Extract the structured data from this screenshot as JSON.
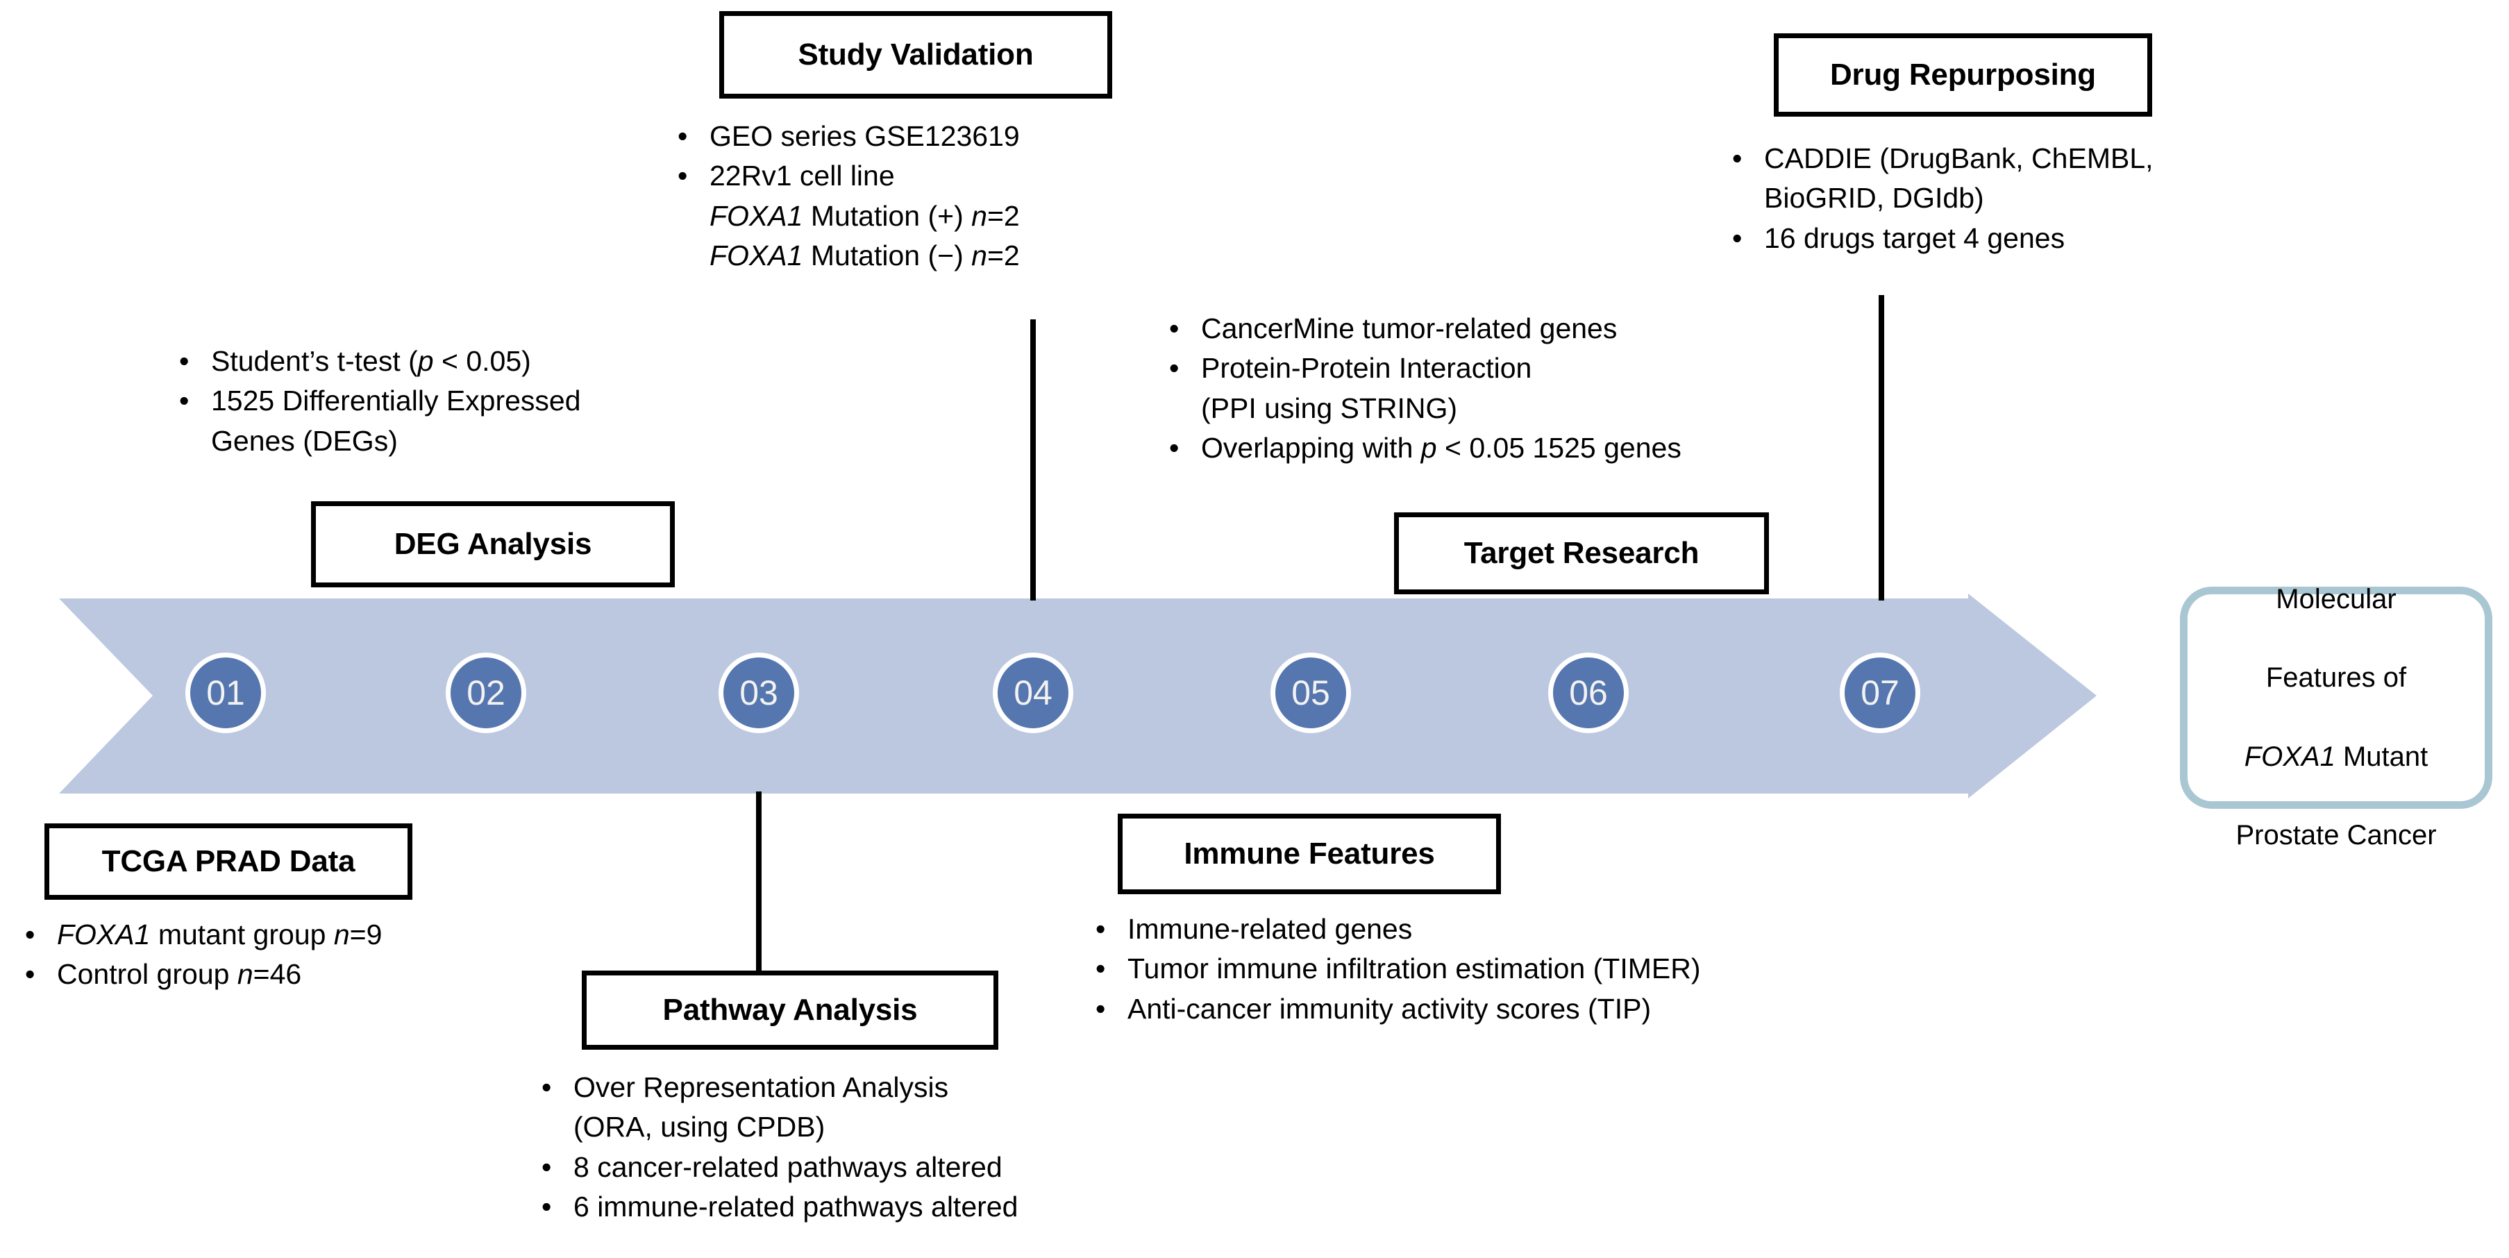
{
  "diagram": {
    "title": "FOXA1 mutant prostate cancer study workflow",
    "colors": {
      "arrow_band": "#bcc8e0",
      "step_circle": "#5576ae",
      "step_circle_ring": "#ffffff",
      "step_number_text": "#f2f2f2",
      "outcome_border": "#a9c7d2",
      "box_border": "#000000",
      "text": "#000000"
    }
  },
  "steps": [
    {
      "number": "01"
    },
    {
      "number": "02"
    },
    {
      "number": "03"
    },
    {
      "number": "04"
    },
    {
      "number": "05"
    },
    {
      "number": "06"
    },
    {
      "number": "07"
    }
  ],
  "stages": {
    "study_validation": {
      "label": "Study Validation",
      "bullets": [
        {
          "bullet": "•",
          "text": "GEO series GSE123619"
        },
        {
          "bullet": "•",
          "text": "22Rv1 cell line"
        }
      ],
      "sub_lines": [
        {
          "gene": "FOXA1",
          "rest": " Mutation (+)  ",
          "n_italic": "n",
          "n_value": "=2"
        },
        {
          "gene": "FOXA1",
          "rest": " Mutation (−)  ",
          "n_italic": "n",
          "n_value": "=2"
        }
      ]
    },
    "drug_repurposing": {
      "label": "Drug Repurposing",
      "bullets": [
        {
          "bullet": "•",
          "text": "CADDIE (DrugBank, ChEMBL,\nBioGRID, DGIdb)"
        },
        {
          "bullet": "•",
          "text": "16 drugs target 4 genes"
        }
      ]
    },
    "deg_analysis": {
      "label": "DEG Analysis",
      "bullets": [
        {
          "bullet": "•",
          "pre": "Student’s t-test (",
          "italic": "p",
          "post": " < 0.05)"
        },
        {
          "bullet": "•",
          "text": "1525 Differentially Expressed\nGenes (DEGs)"
        }
      ]
    },
    "target_research": {
      "label": "Target Research",
      "bullets": [
        {
          "bullet": "•",
          "text": "CancerMine tumor-related genes"
        },
        {
          "bullet": "•",
          "text": "Protein-Protein Interaction\n(PPI using STRING)"
        },
        {
          "bullet": "•",
          "pre": "Overlapping with ",
          "italic": "p",
          "post": " < 0.05 1525 genes"
        }
      ]
    },
    "tcga_prad_data": {
      "label": "TCGA PRAD Data",
      "bullets": [
        {
          "bullet": "•",
          "gene": "FOXA1",
          "rest": " mutant group ",
          "n_italic": "n",
          "n_value": "=9"
        },
        {
          "bullet": "•",
          "plain": "Control group  ",
          "n_italic": "n",
          "n_value": "=46"
        }
      ]
    },
    "pathway_analysis": {
      "label": "Pathway Analysis",
      "bullets": [
        {
          "bullet": "•",
          "text": "Over Representation Analysis\n(ORA, using CPDB)"
        },
        {
          "bullet": "•",
          "text": "8 cancer-related pathways altered"
        },
        {
          "bullet": "•",
          "text": "6 immune-related pathways altered"
        }
      ]
    },
    "immune_features": {
      "label": "Immune Features",
      "bullets": [
        {
          "bullet": "•",
          "text": "Immune-related genes"
        },
        {
          "bullet": "•",
          "text": "Tumor immune infiltration estimation (TIMER)"
        },
        {
          "bullet": "•",
          "text": "Anti-cancer immunity activity scores (TIP)"
        }
      ]
    }
  },
  "outcome": {
    "line1": "Molecular",
    "line2": "Features of",
    "gene": "FOXA1",
    "line3_rest": " Mutant",
    "line4": "Prostate Cancer"
  }
}
